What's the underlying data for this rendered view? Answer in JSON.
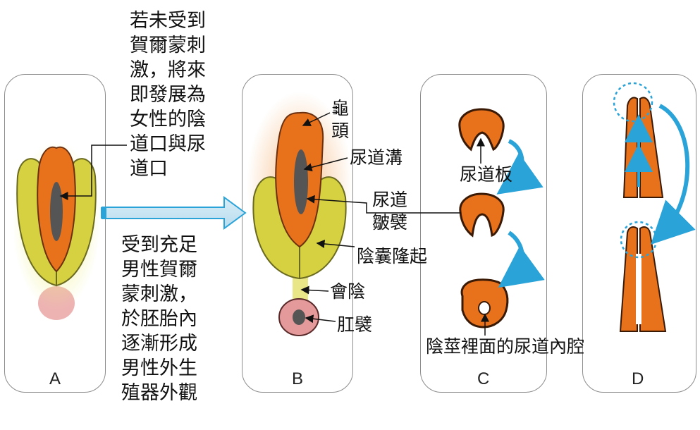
{
  "panels": {
    "a": "A",
    "b": "B",
    "c": "C",
    "d": "D"
  },
  "notes": {
    "female": [
      "若未受到",
      "賀爾蒙刺",
      "激，將來",
      "即發展為",
      "女性的陰",
      "道口與尿",
      "道口"
    ],
    "male": [
      "受到充足",
      "男性賀爾",
      "蒙刺激，",
      "於胚胎內",
      "逐漸形成",
      "男性外生",
      "殖器外觀"
    ]
  },
  "labels": {
    "glans": [
      "龜",
      "頭"
    ],
    "urethral_groove": "尿道溝",
    "urethral_folds": [
      "尿道",
      "皺襞"
    ],
    "labioscrotal_swelling": "陰囊隆起",
    "perineum": "會陰",
    "anus": "肛襞",
    "urethral_plate": "尿道板",
    "urethral_lumen": "陰莖裡面的尿道內腔"
  },
  "colors": {
    "organ_orange": "#e8721c",
    "organ_outline": "#5a2a0a",
    "swelling_yellow": "#d9d84a",
    "cavity_gray": "#555555",
    "arrow_blue": "#2aa3d9",
    "anus_pink": "#e89090"
  }
}
